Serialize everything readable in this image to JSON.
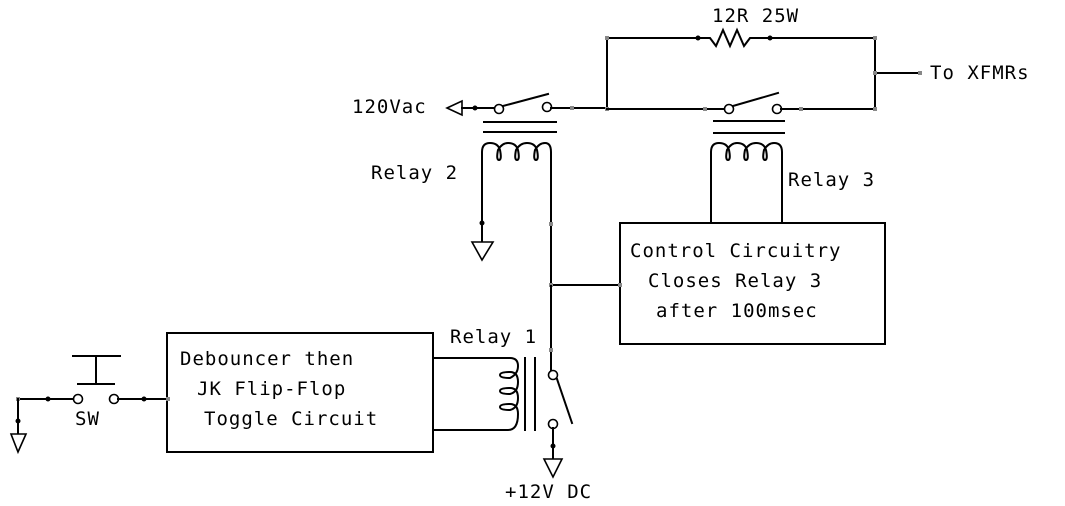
{
  "diagram": {
    "title": "Relay sequencing circuit",
    "labels": {
      "resistor": "12R 25W",
      "to_xfmrs": "To XFMRs",
      "ac_input": "120Vac",
      "relay2": "Relay 2",
      "relay3": "Relay 3",
      "relay1": "Relay 1",
      "switch": "SW",
      "dc_supply": "+12V DC"
    },
    "control_box": {
      "lines": [
        "Control Circuitry",
        "Closes Relay 3",
        "after 100msec"
      ]
    },
    "debouncer_box": {
      "lines": [
        "Debouncer then",
        "JK Flip-Flop",
        "Toggle Circuit"
      ]
    }
  }
}
